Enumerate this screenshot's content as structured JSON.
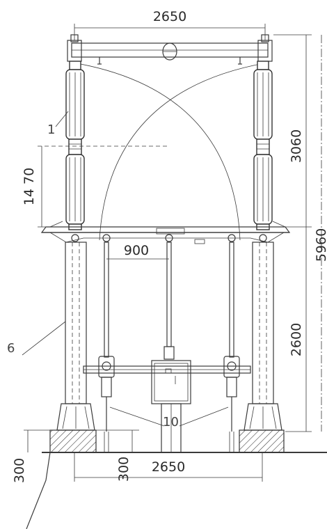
{
  "dimensions": {
    "top_span": "2650",
    "upper_height": "3060",
    "total_height": "5960",
    "insulator_height": "14 70",
    "rail_gap": "900",
    "support_height": "2600",
    "foundation_height": "300",
    "foundation_height_inner": "300",
    "bottom_span": "2650"
  },
  "callouts": {
    "insulator": "1",
    "support_column": "6",
    "cabinet": "10"
  }
}
